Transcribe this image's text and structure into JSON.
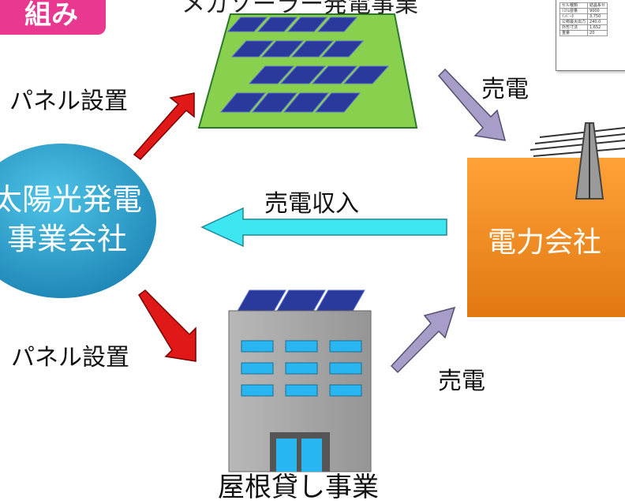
{
  "title_badge": "組み",
  "top_caption": "メガソーラー発電事業",
  "labels": {
    "panel_install_top": "パネル設置",
    "panel_install_bottom": "パネル設置",
    "sell_power_top": "売電",
    "sell_power_bottom": "売電",
    "sales_revenue": "売電収入",
    "roof_rental": "屋根貸し事業"
  },
  "nodes": {
    "company_line1": "太陽光発電",
    "company_line2": "事業会社",
    "utility": "電力会社"
  },
  "spec_table": [
    [
      "セル種類",
      "結晶系セ"
    ],
    [
      "ｼｽﾃﾑ容量",
      "9000"
    ],
    [
      "ｲﾝﾊﾞｰﾀ",
      "3,750"
    ],
    [
      "公称最大出力",
      "240.0"
    ],
    [
      "外形寸法",
      "1,652"
    ],
    [
      "重量",
      "20"
    ]
  ],
  "colors": {
    "badge": "#e8388f",
    "panel_frame": "#8ad04f",
    "solar_cell": "#2a3a9c",
    "company_ellipse": "#2aa0c8",
    "utility_box": "#f08a1e",
    "arrow_install": "#e01818",
    "arrow_sell": "#a89cc8",
    "arrow_revenue": "#3ee6f2",
    "building": "#a8a8a8",
    "window": "#29b6f0"
  },
  "icons": [
    "solar-panel-array-icon",
    "power-line-tower-icon",
    "office-building-icon",
    "spec-sheet-icon"
  ]
}
